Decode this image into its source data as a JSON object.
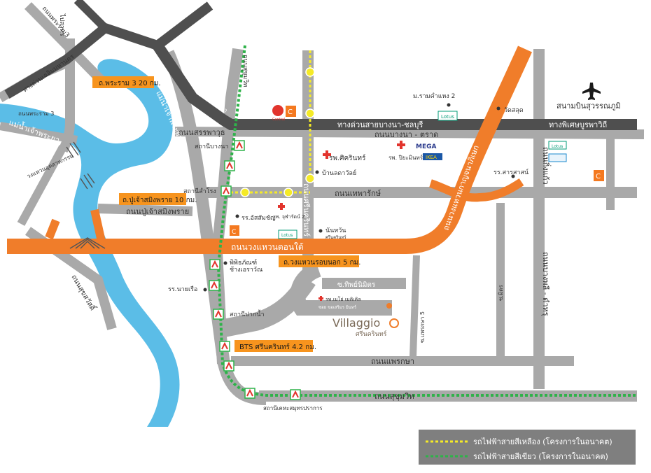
{
  "roads": {
    "top_left_small": "ไปสาทร",
    "top_left_rama3": "ถนนพระราม3",
    "expressway_chalerm": "ทางด่วนเฉลิมมหานคร",
    "expressway_bangna": "ทางด่วนบางนา",
    "sukhumvit_vertical": "ถนนสุขุมวิท",
    "motorway_bangna_chonburi": "ทางด่วนสายบางนา-ชลบุรี",
    "bangna_trad": "ถนนบางนา - ตราด",
    "sanphawut": "ถนนสรรพาวุธ",
    "theparak": "ถนนเทพารักษ์",
    "srinakarin": "ถนนศรีนครินทร์",
    "kanchanaphisek": "ถนนวงแหวนกาญจนาภิเษก",
    "king_kaeo": "ถนนกิ่งแก้ว",
    "bangphli_tamru": "ถนนบางพลี - ตำหรุ",
    "pu_chao": "ถนนปู่เจ้าสมิงพราย",
    "south_ring": "ถนนวงแหวนตอนใต้",
    "suksawat": "ถนนสุขสวัสดิ์",
    "praeksa": "ถนนแพรกษา",
    "sukhumvit_bottom": "ถนนสุขุมวิท",
    "rama3_bridge": "ถนนพระราม 3",
    "ring_industrial": "วงแหวนอุตสาหกรรม",
    "expressway_special": "ทางพิเศษบูรพาวิถี",
    "soi_thippanakit": "ซ.ทิพย์นิมิตร",
    "phraeksa_5": "ซ.แพรกษา 5",
    "soi_right": "ซ.มิตร"
  },
  "rivers": {
    "chao_phraya_left": "แม่น้ำเจ้าพระยา",
    "chao_phraya_top": "แม่น้ำเจ้าพระยา"
  },
  "callouts": {
    "rama3": "ถ.พระราม 3 20 กม.",
    "pu_chao": "ถ.ปู่เจ้าสมิงพราย 10 กม.",
    "outer_ring": "ถ.วงแหวนรอบนอก 5 กม.",
    "bts": "BTS ศรีนครินทร์ 4.2 กม."
  },
  "places": {
    "ram_khamhaeng2": "ม.รามคำแหง 2",
    "wat_sadud": "วัดสลุด",
    "airport": "สนามบินสุวรรณภูมิ",
    "hospital_sikarin": "รพ.ศิครินทร์",
    "ban_ladawan": "บ้านลดาวัลย์",
    "hospital_piyamin": "รพ. ปิยะมินทร์",
    "sarasas": "รร.สารสาสน์",
    "assumption": "รร.อัสสัมชัญ",
    "hospital_chularat2": "รพ. จุฬารัตน์ 2",
    "nanthawan": "นันทวัน",
    "nanthawan_sub": "ศรีนครินทร์",
    "phiphitaphan": "พิพิธภัณฑ์",
    "chang_erawan": "ช้างเอราวัณ",
    "nairuea": "รร.นายเรือ",
    "hospital_mahachai": "รพ.เมโย่ เมดิเคิล",
    "soi_label2": "ซอย ขอเสริมร มินทร์",
    "villaggio": "Villaggio",
    "villaggio_sub": "ศรีนครินทร์",
    "mega": "MEGA",
    "ikea": "IKEA",
    "lotus": "Lotus",
    "big_c": "C",
    "central": "Central"
  },
  "stations": {
    "bangna": "สถานีบางนา",
    "samrong": "สถานีสำโรง",
    "pakkam": "สถานีปากน้ำ",
    "kheha": "สถานีเคหะสมุทรปราการ"
  },
  "legend": {
    "yellow": "รถไฟฟ้าสายสีเหลือง (โครงการในอนาคต)",
    "green": "รถไฟฟ้าสายสีเขียว (โครงการในอนาคต)"
  },
  "colors": {
    "road": "#a9a9a9",
    "expressway": "#4f4f4f",
    "ring": "#f07d2a",
    "river": "#5bbde7",
    "yellow_line": "#f5ea27",
    "green_line": "#2fb24a",
    "callout": "#f7941e"
  }
}
